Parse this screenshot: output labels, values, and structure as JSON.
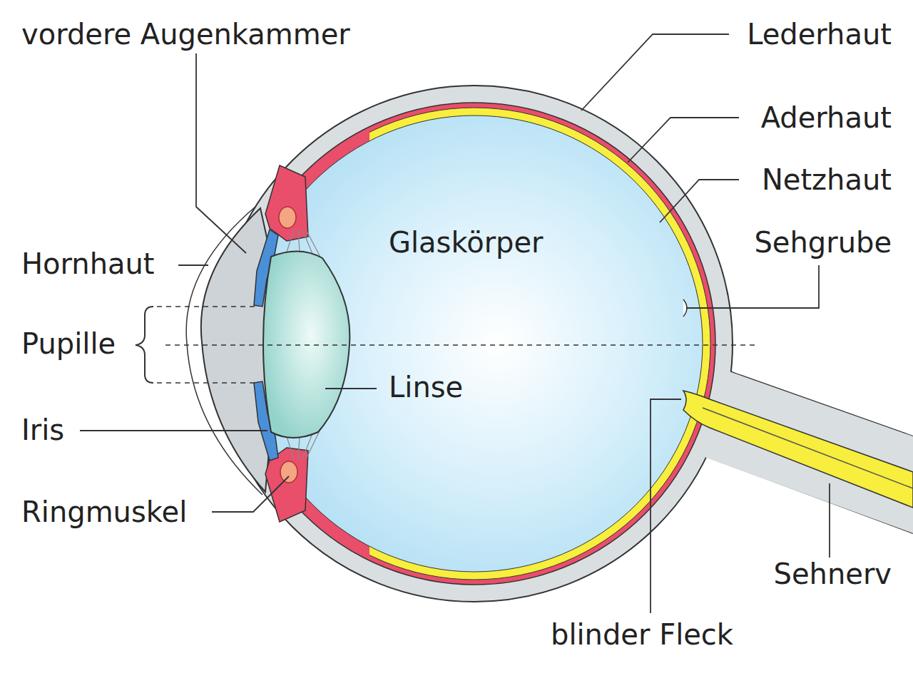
{
  "diagram": {
    "labels": [
      "vordere Augenkammer",
      "Lederhaut",
      "Aderhaut",
      "Netzhaut",
      "Hornhaut",
      "Glaskörper",
      "Sehgrube",
      "Pupille",
      "Linse",
      "Iris",
      "Ringmuskel",
      "Sehnerv",
      "blinder Fleck"
    ]
  }
}
